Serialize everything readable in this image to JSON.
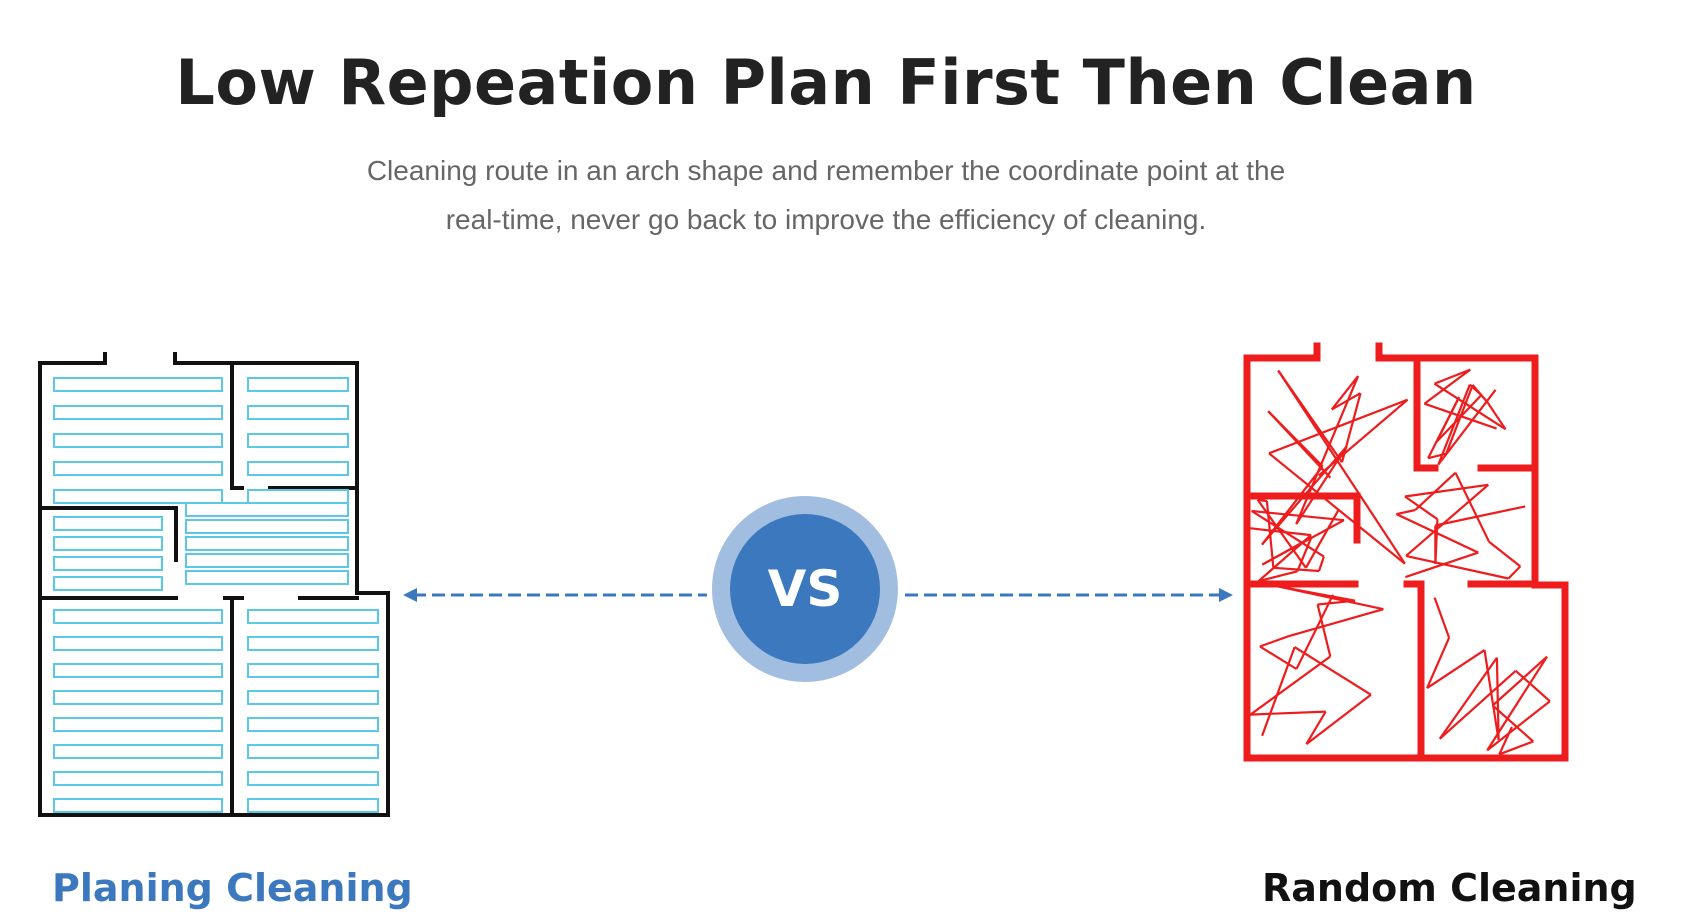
{
  "header": {
    "title": "Low Repeation Plan First Then Clean",
    "subtitle_line1": "Cleaning route in an arch shape and remember the coordinate point at the",
    "subtitle_line2": "real-time, never go back to improve the efficiency of cleaning."
  },
  "comparison": {
    "vs_label": "VS",
    "left_caption": "Planing Cleaning",
    "right_caption": "Random Cleaning"
  },
  "colors": {
    "title": "#222222",
    "subtitle": "#666666",
    "accent_blue": "#3b78bd",
    "vs_ring": "#a1bde0",
    "plan_path": "#5bc8e8",
    "random_path": "#ee1c1c",
    "wall": "#111111"
  },
  "icons": {
    "left_map": "floorplan-planned-route-icon",
    "right_map": "floorplan-random-route-icon",
    "arrows": "double-dashed-arrow-icon"
  }
}
